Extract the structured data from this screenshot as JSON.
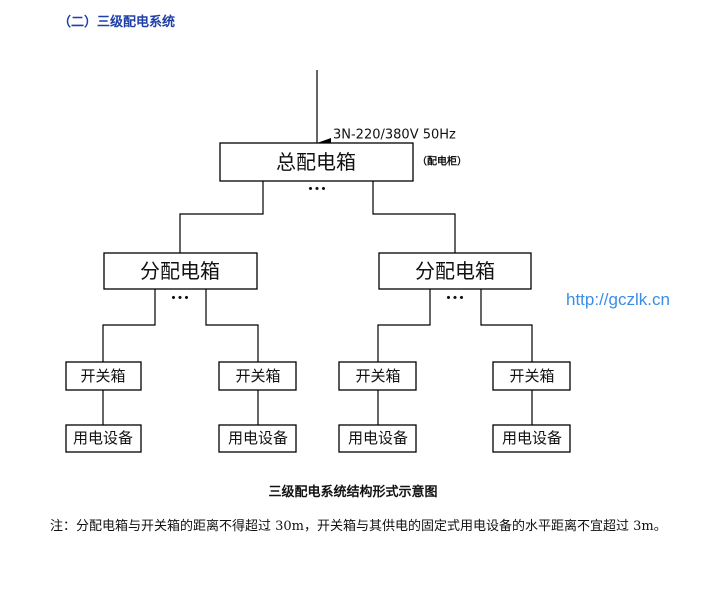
{
  "title": "（二）三级配电系统",
  "diagram": {
    "supply_label": "3N-220/380V 50Hz",
    "main_box": "总配电箱",
    "main_box_note": "（配电柜）",
    "ellipsis": "•••",
    "distribution_boxes": [
      "分配电箱",
      "分配电箱"
    ],
    "switch_boxes": [
      "开关箱",
      "开关箱",
      "开关箱",
      "开关箱"
    ],
    "equipment": [
      "用电设备",
      "用电设备",
      "用电设备",
      "用电设备"
    ]
  },
  "watermark": "http://gczlk.cn",
  "caption": "三级配电系统结构形式示意图",
  "note": "注：分配电箱与开关箱的距离不得超过 30m，开关箱与其供电的固定式用电设备的水平距离不宜超过 3m。"
}
